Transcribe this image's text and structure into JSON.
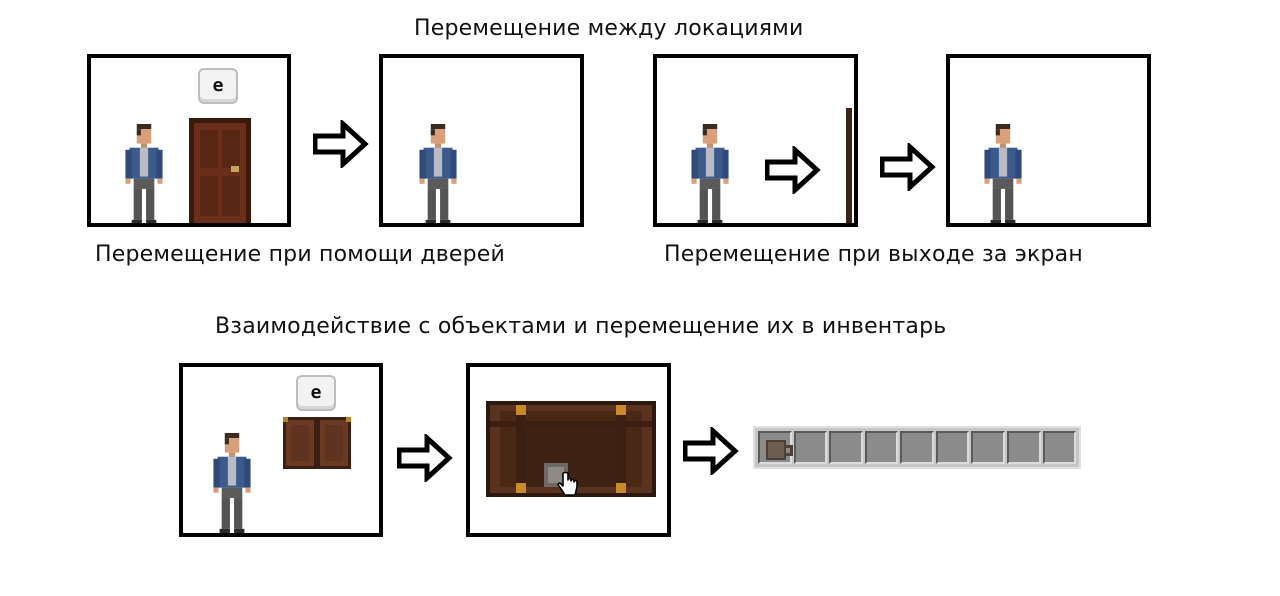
{
  "titles": {
    "main": "Перемещение между локациями",
    "doors_caption": "Перемещение при помощи дверей",
    "screen_exit_caption": "Перемещение при выходе за экран",
    "interaction": "Взаимодействие с объектами и перемещение их в инвентарь"
  },
  "keys": {
    "interact_key": "e"
  },
  "inventory": {
    "slot_count": 9,
    "filled_slots": [
      "mug-item"
    ]
  },
  "colors": {
    "door": "#6b2e1a",
    "chest": "#5a3320",
    "jacket": "#3d5a8c",
    "frame": "#000000",
    "inventory_bg": "#c6c6c6",
    "inventory_slot": "#8b8b8b"
  }
}
